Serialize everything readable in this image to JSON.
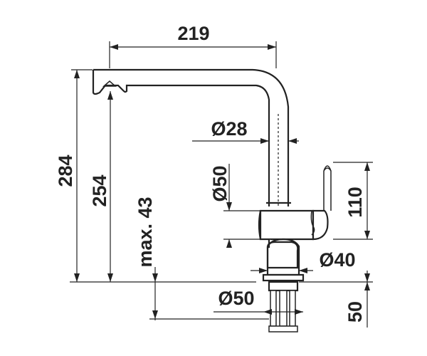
{
  "dimensions": {
    "width_219": "219",
    "height_284": "284",
    "height_254": "254",
    "max_43": "max. 43",
    "dia_28": "Ø28",
    "dia_50_upper": "Ø50",
    "height_110": "110",
    "dia_40": "Ø40",
    "dia_50_lower": "Ø50",
    "height_50": "50"
  },
  "colors": {
    "ink": "#222222",
    "background": "#ffffff"
  }
}
